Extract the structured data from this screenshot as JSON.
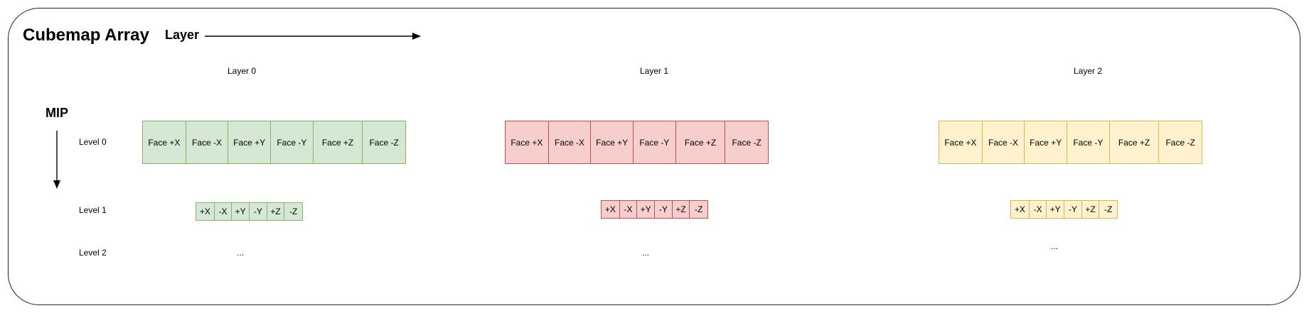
{
  "title": "Cubemap Array",
  "layer_axis_label": "Layer",
  "mip_axis_label": "MIP",
  "levels": [
    "Level 0",
    "Level 1",
    "Level 2"
  ],
  "ellipsis": "...",
  "layers": [
    {
      "label": "Layer 0",
      "fill": "#d5e8d4",
      "stroke": "#82b366",
      "level0_faces": [
        "Face +X",
        "Face -X",
        "Face +Y",
        "Face -Y",
        "Face +Z",
        "Face -Z"
      ],
      "level1_faces": [
        "+X",
        "-X",
        "+Y",
        "-Y",
        "+Z",
        "-Z"
      ]
    },
    {
      "label": "Layer 1",
      "fill": "#f8cecc",
      "stroke": "#b85450",
      "level0_faces": [
        "Face +X",
        "Face -X",
        "Face +Y",
        "Face -Y",
        "Face +Z",
        "Face -Z"
      ],
      "level1_faces": [
        "+X",
        "-X",
        "+Y",
        "-Y",
        "+Z",
        "-Z"
      ]
    },
    {
      "label": "Layer 2",
      "fill": "#fff2cc",
      "stroke": "#d6b656",
      "level0_faces": [
        "Face +X",
        "Face -X",
        "Face +Y",
        "Face -Y",
        "Face +Z",
        "Face -Z"
      ],
      "level1_faces": [
        "+X",
        "-X",
        "+Y",
        "-Y",
        "+Z",
        "-Z"
      ]
    }
  ]
}
